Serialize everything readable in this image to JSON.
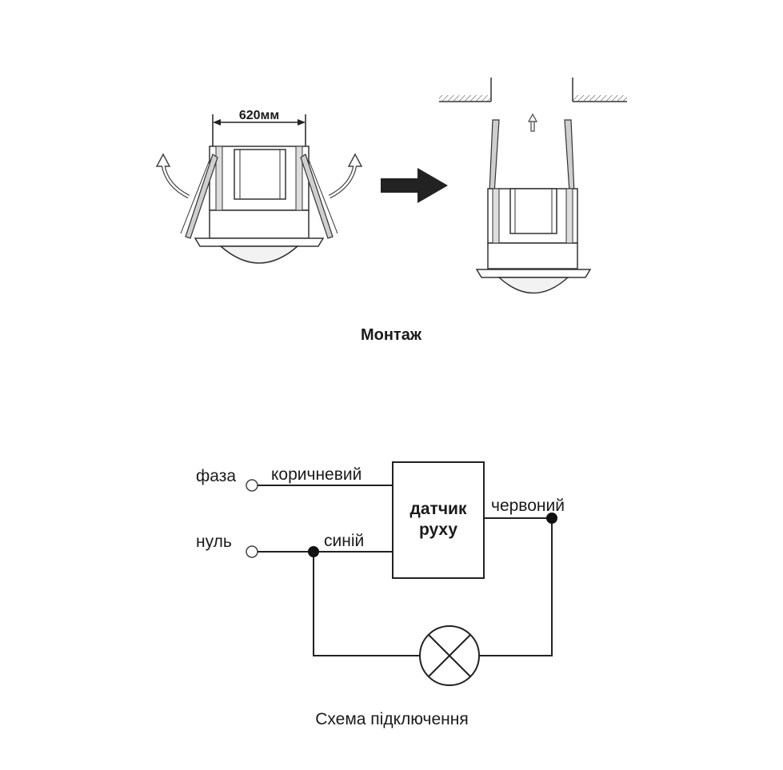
{
  "mounting": {
    "width_label": "620мм",
    "caption": "Монтаж"
  },
  "wiring": {
    "phase_label": "фаза",
    "neutral_label": "нуль",
    "brown_wire": "коричневий",
    "blue_wire": "синій",
    "red_wire": "червоний",
    "sensor_line1": "датчик",
    "sensor_line2": "руху",
    "caption": "Схема підключення"
  }
}
